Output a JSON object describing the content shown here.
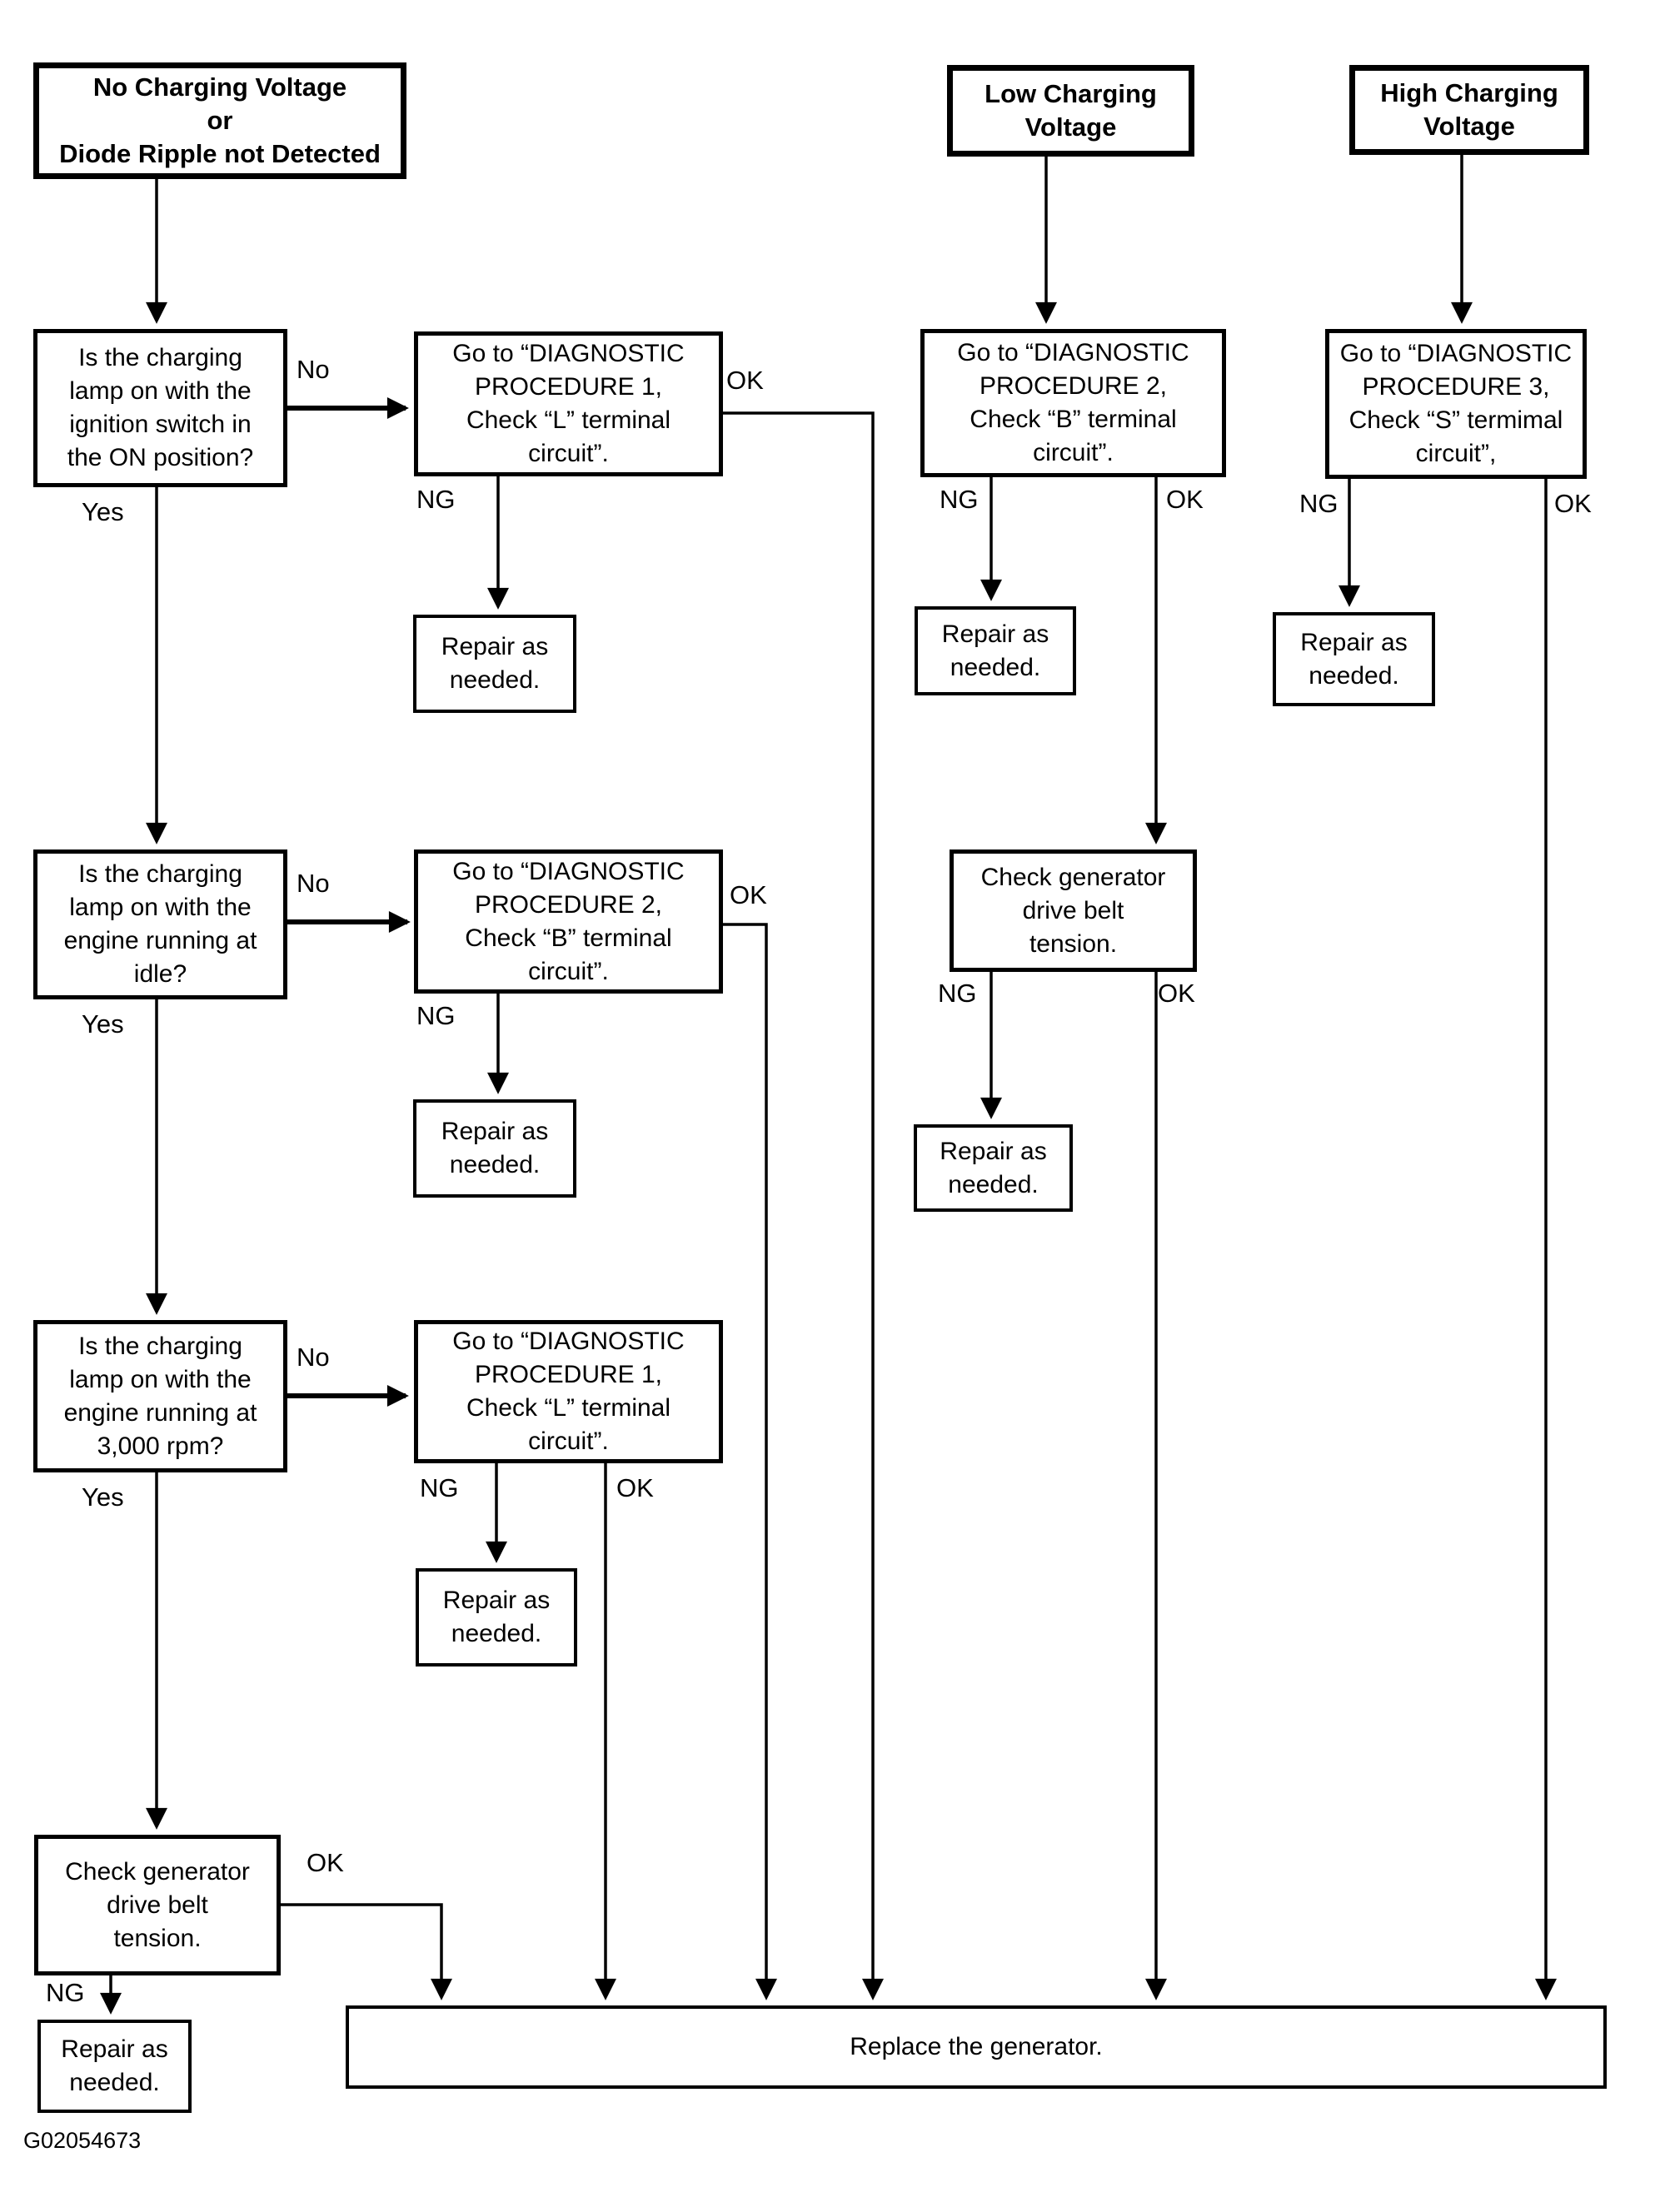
{
  "figure": {
    "code": "G02054673"
  },
  "colors": {
    "ink": "#000000",
    "paper": "#ffffff"
  },
  "labels": {
    "yes": "Yes",
    "no": "No",
    "ng": "NG",
    "ok": "OK"
  },
  "nodes": {
    "start_no_charge": "No Charging Voltage\nor\nDiode Ripple not Detected",
    "start_low": "Low Charging\nVoltage",
    "start_high": "High Charging\nVoltage",
    "q_ignition_on": "Is the charging\nlamp on with the\nignition switch in\nthe ON position?",
    "q_idle": "Is the charging\nlamp on with the\nengine running at\nidle?",
    "q_3000rpm": "Is the charging\nlamp on with the\nengine running at\n3,000 rpm?",
    "proc1": "Go to “DIAGNOSTIC\nPROCEDURE 1,\nCheck “L” terminal\ncircuit”.",
    "proc2": "Go to “DIAGNOSTIC\nPROCEDURE 2,\nCheck “B” terminal\ncircuit”.",
    "proc3": "Go to “DIAGNOSTIC\nPROCEDURE 3,\nCheck “S” termimal\ncircuit”,",
    "check_belt": "Check generator\ndrive belt\ntension.",
    "repair": "Repair as\nneeded.",
    "replace": "Replace the generator."
  }
}
